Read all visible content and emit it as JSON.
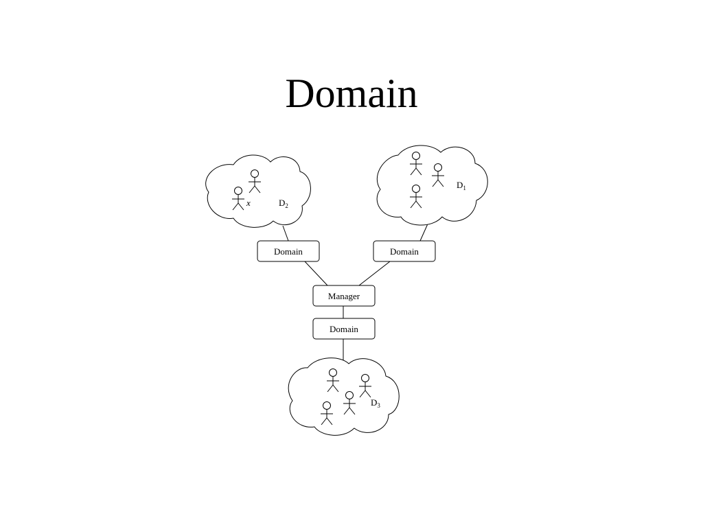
{
  "title": "Domain",
  "nodes": {
    "domain_left": "Domain",
    "domain_right": "Domain",
    "manager": "Manager",
    "domain_bottom": "Domain"
  },
  "clouds": {
    "top_left": {
      "label_main": "D",
      "label_sub": "2",
      "variable": "x"
    },
    "top_right": {
      "label_main": "D",
      "label_sub": "1"
    },
    "bottom": {
      "label_main": "D",
      "label_sub": "3"
    }
  }
}
